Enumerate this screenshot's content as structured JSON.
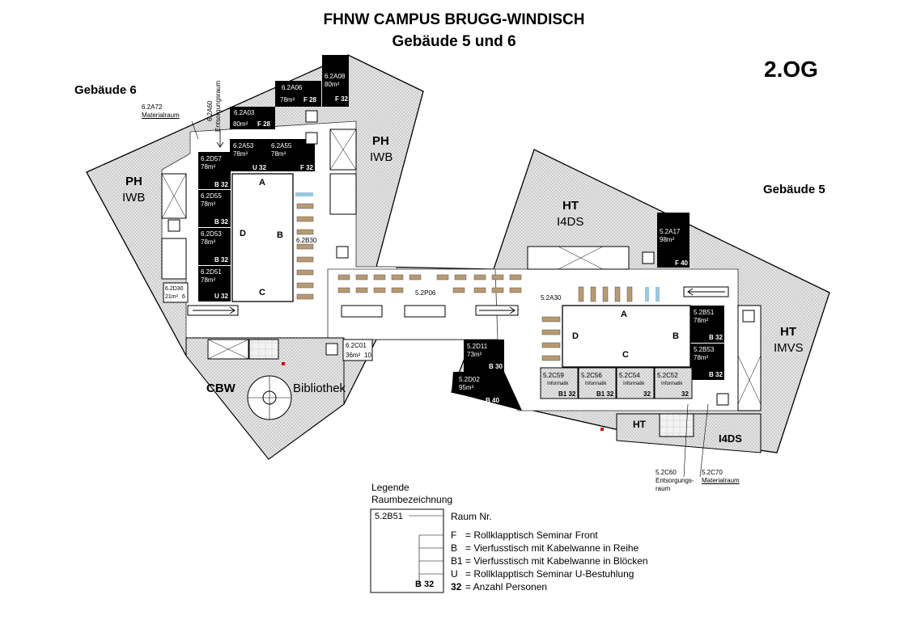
{
  "header": {
    "title": "FHNW CAMPUS BRUGG-WINDISCH",
    "subtitle": "Gebäude 5 und 6",
    "floor": "2.OG"
  },
  "buildings": {
    "b6": "Gebäude 6",
    "b5": "Gebäude 5"
  },
  "zones": {
    "ph_left": {
      "top": "PH",
      "bottom": "IWB"
    },
    "ph_center": {
      "top": "PH",
      "bottom": "IWB"
    },
    "ht_center": {
      "top": "HT",
      "bottom": "I4DS"
    },
    "ht_right": {
      "top": "HT",
      "bottom": "IMVS"
    },
    "ht_small": "HT",
    "i4ds_small": "I4DS",
    "cbw": "CBW",
    "bibliothek": "Bibliothek"
  },
  "rooms": {
    "r6A08": {
      "id": "6.2A08",
      "area": "80m²",
      "code": "F 32"
    },
    "r6A06": {
      "id": "6.2A06",
      "area": "78m²",
      "code": "F 28"
    },
    "r6A03": {
      "id": "6.2A03",
      "area": "80m²",
      "code": "F 28"
    },
    "r6A53": {
      "id": "6.2A53",
      "area": "78m²",
      "code": "U 32"
    },
    "r6A55": {
      "id": "6.2A55",
      "area": "78m²",
      "code": "F 32"
    },
    "r6D57": {
      "id": "6.2D57",
      "area": "78m²",
      "code": "B 32"
    },
    "r6D55": {
      "id": "6.2D55",
      "area": "78m²",
      "code": "B 32"
    },
    "r6D53": {
      "id": "6.2D53",
      "area": "78m²",
      "code": "B 32"
    },
    "r6D51": {
      "id": "6.2D51",
      "area": "78m²",
      "code": "U 32"
    },
    "r6D30": {
      "id": "6.2D30",
      "area": "21m²",
      "code": "6"
    },
    "r6C01": {
      "id": "6.2C01",
      "area": "36m²",
      "code": "10"
    },
    "r5A17": {
      "id": "5.2A17",
      "area": "98m²",
      "code": "F 40"
    },
    "r5B51": {
      "id": "5.2B51",
      "area": "78m²",
      "code": "B 32"
    },
    "r5B53": {
      "id": "5.2B53",
      "area": "78m²",
      "code": "B 32"
    },
    "r5D11": {
      "id": "5.2D11",
      "area": "73m²",
      "code": "B 30"
    },
    "r5D02": {
      "id": "5.2D02",
      "area": "95m²",
      "code": "B 40"
    },
    "r5C59": {
      "id": "5.2C59",
      "sub": "Informatik",
      "code": "B1 32"
    },
    "r5C56": {
      "id": "5.2C56",
      "sub": "Informatik",
      "code": "B1 32"
    },
    "r5C54": {
      "id": "5.2C54",
      "sub": "Informatik",
      "code": "32"
    },
    "r5C52": {
      "id": "5.2C52",
      "sub": "Informatik",
      "code": "32"
    }
  },
  "labels": {
    "l6A72": "6.2A72",
    "l6A72b": "Materialraum",
    "l6A60": "6.2A60",
    "l6A60b": "Entsorgungsraum",
    "l6B30": "6.2B30",
    "l5P06": "5.2P06",
    "l5A30": "5.2A30",
    "l5C60": "5.2C60",
    "l5C60b": "Entsorgungs-",
    "l5C60c": "raum",
    "l5C70": "5.2C70",
    "l5C70b": "Materialraum"
  },
  "atrium6": {
    "a": "A",
    "b": "B",
    "c": "C",
    "d": "D"
  },
  "atrium5": {
    "a": "A",
    "b": "B",
    "c": "C",
    "d": "D"
  },
  "legend": {
    "title": "Legende",
    "subtitle": "Raumbezeichnung",
    "sample_id": "5.2B51",
    "sample_code": "B 32",
    "items": [
      {
        "key": "",
        "text": "Raum Nr."
      },
      {
        "key": "F",
        "text": "= Rollklapptisch Seminar Front"
      },
      {
        "key": "B",
        "text": "= Vierfusstisch mit Kabelwanne in Reihe"
      },
      {
        "key": "B1",
        "text": "= Vierfusstisch mit Kabelwanne in Blöcken"
      },
      {
        "key": "U",
        "text": "= Rollklapptisch Seminar U-Bestuhlung"
      },
      {
        "key": "32",
        "text": "= Anzahl Personen"
      }
    ]
  }
}
